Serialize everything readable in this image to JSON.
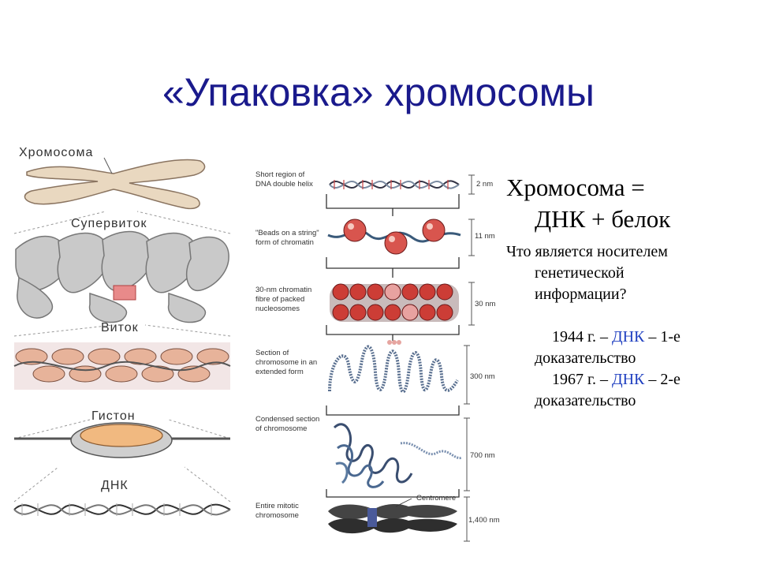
{
  "slide": {
    "title": "«Упаковка» хромосомы"
  },
  "left_figure": {
    "labels": [
      "Хромосома",
      "Супервиток",
      "Виток",
      "Гистон",
      "ДНК"
    ]
  },
  "middle_figure": {
    "labels": [
      [
        "Short region of",
        "DNA double helix"
      ],
      [
        "\"Beads on a string\"",
        "form of chromatin"
      ],
      [
        "30-nm chromatin",
        "fibre of packed",
        "nucleosomes"
      ],
      [
        "Section of",
        "chromosome in an",
        "extended form"
      ],
      [
        "Condensed section",
        "of chromosome"
      ],
      [
        "Entire mitotic",
        "chromosome"
      ]
    ],
    "scales": [
      "2 nm",
      "11 nm",
      "30 nm",
      "300 nm",
      "700 nm",
      "1,400 nm"
    ],
    "centromere_label": "Centromere"
  },
  "text": {
    "line1": "Хромосома =",
    "line2": "ДНК + белок",
    "question_1": "Что является носителем",
    "question_2": "генетической",
    "question_3": "информации?",
    "fact1_year": "1944 г. – ",
    "fact1_dna": "ДНК",
    "fact1_rest": " – 1-е",
    "fact1_word": "доказательство",
    "fact2_year": "1967 г. – ",
    "fact2_dna": "ДНК",
    "fact2_rest": " – 2-е",
    "fact2_word": "доказательство"
  },
  "colors": {
    "title": "#1a1a8c",
    "highlight": "#1f3fc0"
  }
}
